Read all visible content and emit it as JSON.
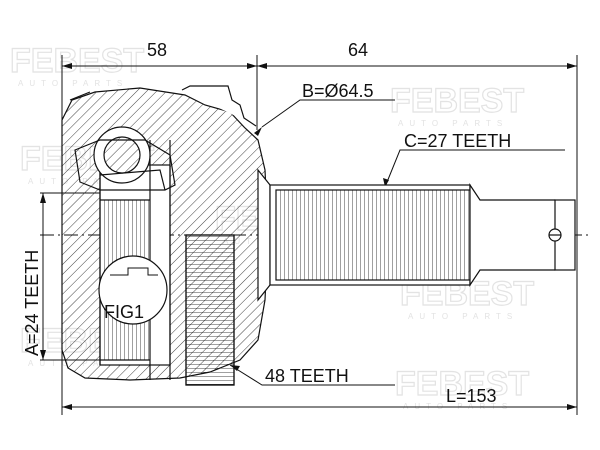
{
  "watermark": {
    "brand": "FEBEST",
    "tagline": "AUTO PARTS"
  },
  "dimensions": {
    "left_length": "58",
    "right_length": "64",
    "total_length": "L=153",
    "outer_diameter": "B=Ø64.5",
    "inner_spline": "A=24 TEETH",
    "outer_spline": "C=27 TEETH",
    "abs_ring": "48 TEETH"
  },
  "callout": "FIG1",
  "colors": {
    "line": "#111111",
    "watermark": "#e3e3e3",
    "background": "#ffffff"
  }
}
